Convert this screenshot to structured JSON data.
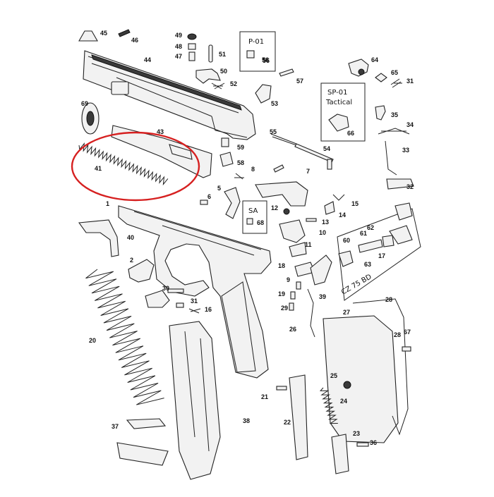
{
  "diagram": {
    "highlight_color": "#d62020",
    "highlight_target": "41",
    "callouts": [
      "45",
      "46",
      "44",
      "49",
      "48",
      "47",
      "51",
      "50",
      "52",
      "56",
      "57",
      "64",
      "65",
      "31",
      "53",
      "69",
      "43",
      "41",
      "59",
      "58",
      "55",
      "54",
      "35",
      "34",
      "33",
      "66",
      "32",
      "8",
      "7",
      "5",
      "6",
      "15",
      "12",
      "14",
      "13",
      "10",
      "68",
      "1",
      "40",
      "11",
      "2",
      "62",
      "61",
      "60",
      "63",
      "17",
      "18",
      "9",
      "19",
      "29",
      "30",
      "31",
      "16",
      "39",
      "20",
      "26",
      "27",
      "28",
      "67",
      "28",
      "25",
      "21",
      "24",
      "22",
      "23",
      "36",
      "38",
      "37"
    ],
    "boxes": {
      "p01": {
        "label": "P-01",
        "part": "56"
      },
      "sp01": {
        "line1": "SP-01",
        "line2": "Tactical",
        "part": "66"
      },
      "sa": {
        "label": "SA",
        "part": "68"
      },
      "cz75bd": {
        "label": "CZ 75 BD"
      }
    }
  }
}
